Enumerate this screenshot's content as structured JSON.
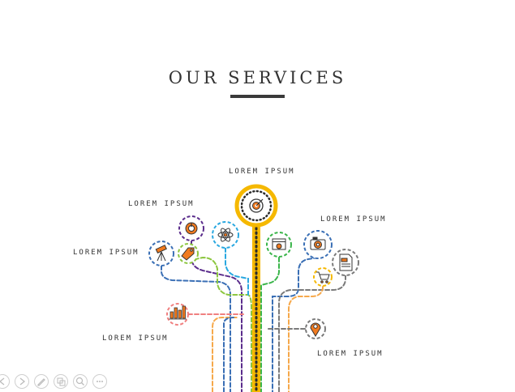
{
  "slide": {
    "title": "OUR SERVICES"
  },
  "labels": {
    "top": "LOREM IPSUM",
    "upper_left": "LOREM IPSUM",
    "left": "LOREM IPSUM",
    "upper_right": "LOREM IPSUM",
    "lower_left": "LOREM IPSUM",
    "lower_right": "LOREM IPSUM"
  },
  "colors": {
    "accent": "#f5b800",
    "trunk_dots": "#2b2b2b",
    "orange": "#f07a1f",
    "purple": "#5b2d8c",
    "blue": "#2aa8e0",
    "navy": "#3a6fb5",
    "green": "#3ab54a",
    "lime": "#8cc63f",
    "gray": "#7a7a7a",
    "peach": "#f6a84a",
    "pink": "#f08080"
  },
  "icons": [
    "target-icon",
    "power-icon",
    "atom-icon",
    "telescope-icon",
    "tag-icon",
    "browser-icon",
    "camera-icon",
    "document-icon",
    "cart-icon",
    "bar-chart-icon",
    "location-pin-icon"
  ],
  "slideshow_controls": [
    "previous-icon",
    "next-icon",
    "pen-icon",
    "slides-icon",
    "zoom-icon",
    "more-icon"
  ]
}
